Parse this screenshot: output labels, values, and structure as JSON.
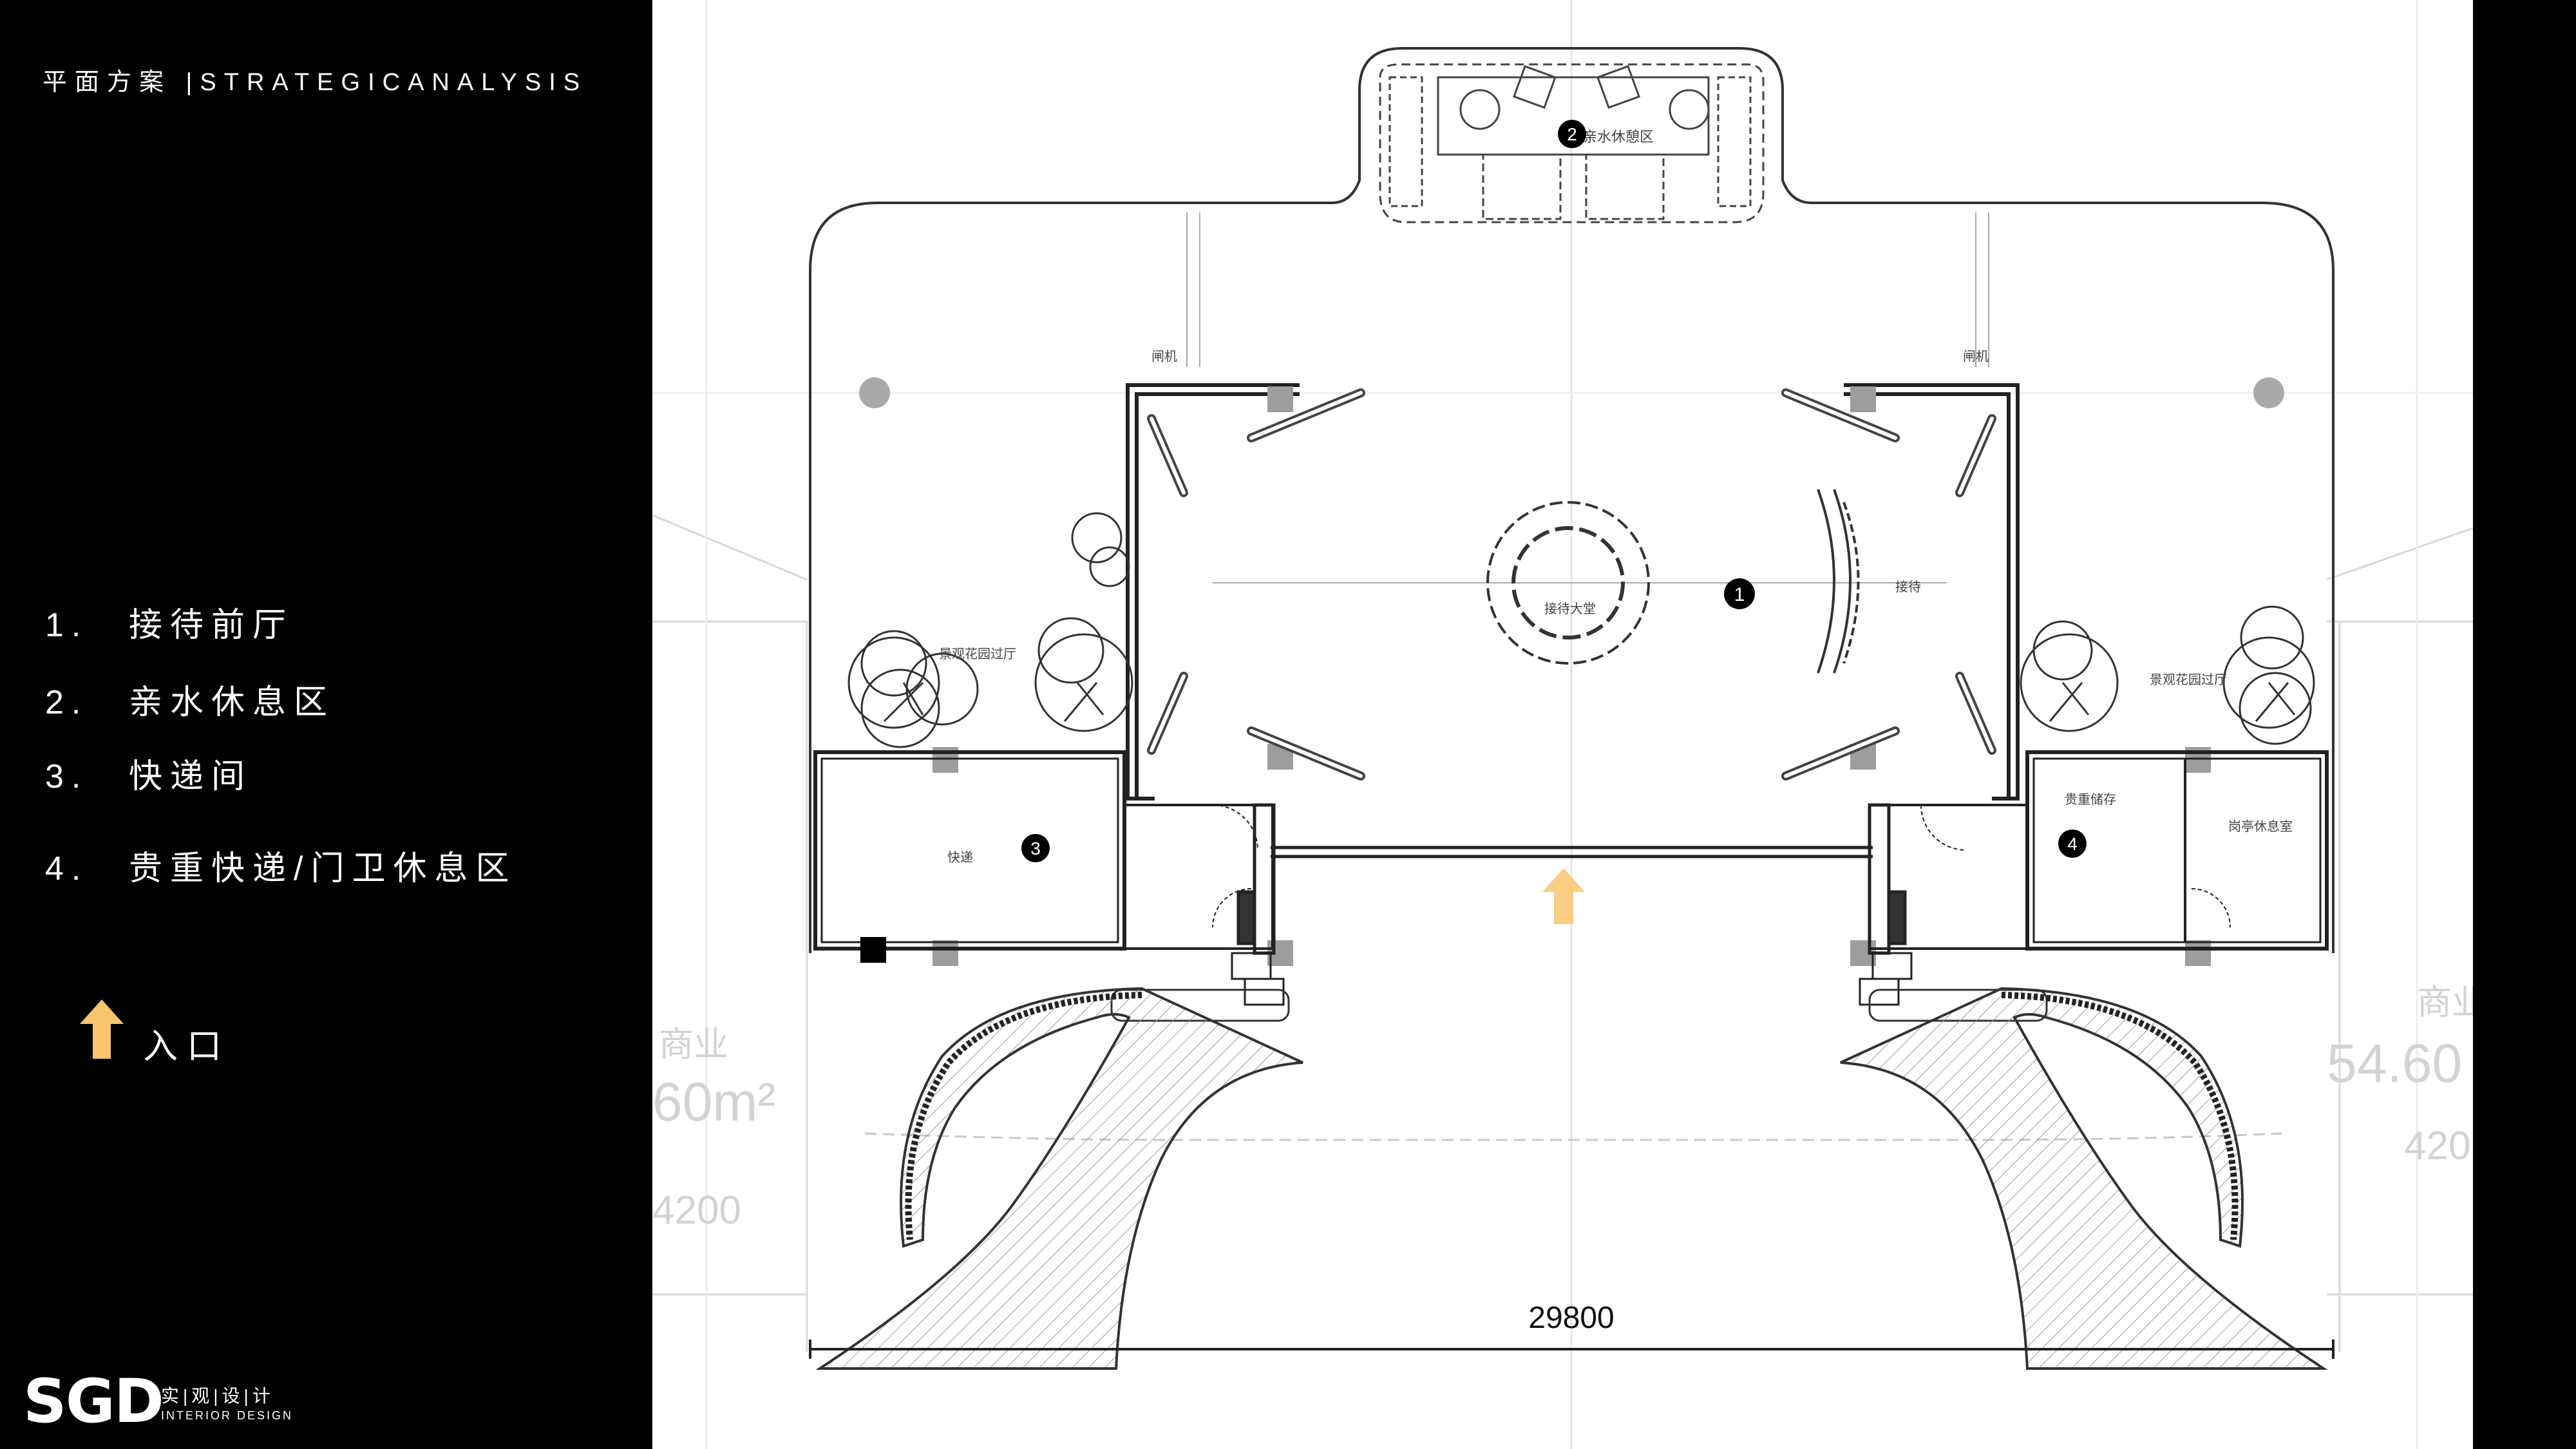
{
  "header": {
    "title": "平面方案 |STRATEGICANALYSIS"
  },
  "legend": {
    "items": [
      {
        "num": "1.",
        "label": "接待前厅"
      },
      {
        "num": "2.",
        "label": "亲水休息区"
      },
      {
        "num": "3.",
        "label": "快递间"
      },
      {
        "num": "4.",
        "label": "贵重快递/门卫休息区"
      }
    ],
    "entrance_label": "入口"
  },
  "logo": {
    "letters": "SGD",
    "cn": "实|观|设|计",
    "en": "INTERIOR DESIGN"
  },
  "plan": {
    "markers": [
      "1",
      "2",
      "3",
      "4"
    ],
    "room_labels": {
      "waterside_lounge": "亲水休憩区",
      "gate_left": "闸机",
      "gate_right": "闸机",
      "lobby": "接待大堂",
      "reception": "接待",
      "garden_left": "景观花园过厅",
      "garden_right": "景观花园过厅",
      "express_room": "快递",
      "valuables": "贵重储存",
      "guard_room": "岗亭休息室"
    },
    "dimension": "29800",
    "background_labels": {
      "left_title": "商业",
      "left_area": "60m²",
      "left_num": "4200",
      "right_title": "商业",
      "right_area": "54.60",
      "right_num": "420"
    }
  },
  "colors": {
    "arrow": "#f7c56e",
    "marker": "#000000",
    "plan_bg": "#ffffff",
    "panel_bg": "#000000"
  }
}
